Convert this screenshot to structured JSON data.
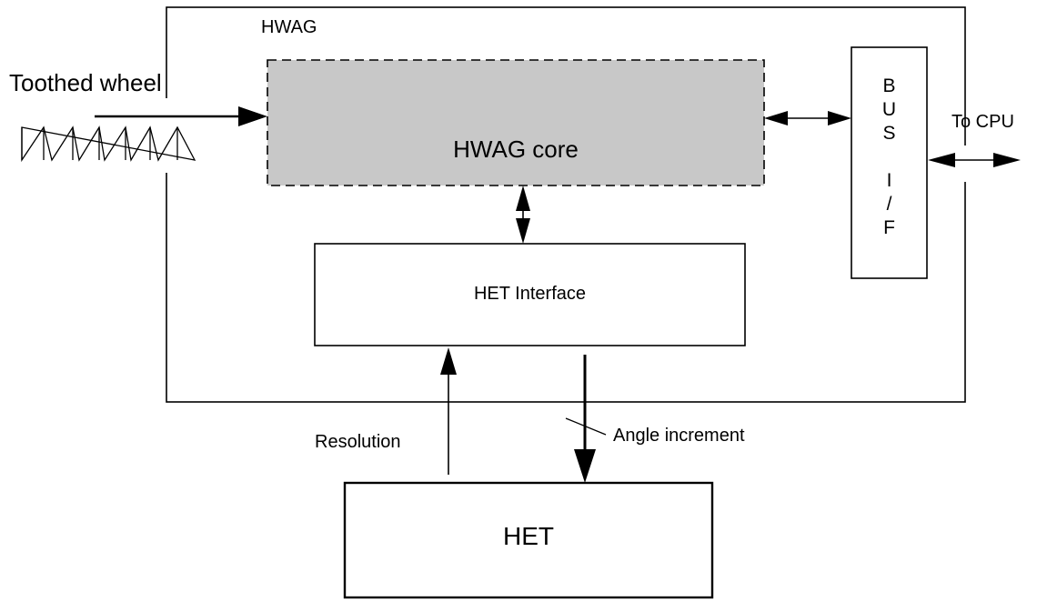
{
  "labels": {
    "hwag": "HWAG",
    "toothed_wheel": "Toothed wheel",
    "hwag_core": "HWAG core",
    "bus_if": [
      "B",
      "U",
      "S",
      "I",
      "/",
      "F"
    ],
    "to_cpu": "To CPU",
    "het_interface": "HET Interface",
    "resolution": "Resolution",
    "angle_increment": "Angle increment",
    "het": "HET"
  },
  "colors": {
    "line": "#000000",
    "core_fill": "#c8c8c8",
    "background": "#ffffff"
  }
}
